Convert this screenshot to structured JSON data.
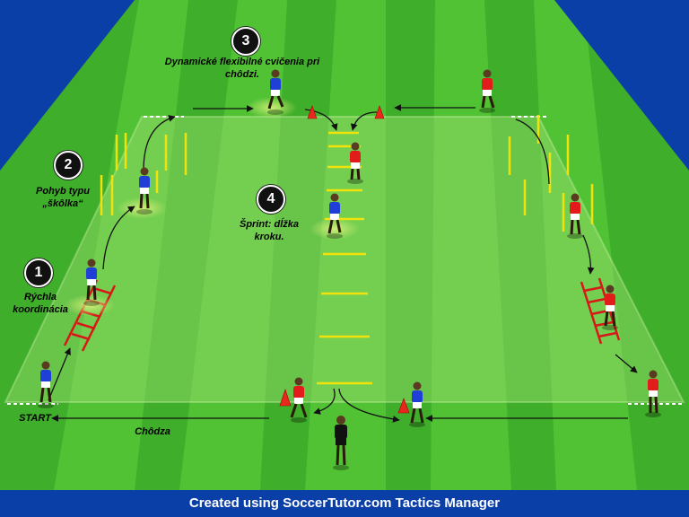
{
  "labels": {
    "step1_number": "1",
    "step1_text": "Rýchla koordinácia",
    "step2_number": "2",
    "step2_text": "Pohyb typu „škôlka“",
    "step3_number": "3",
    "step3_text": "Dynamické flexibilné cvičenia pri chôdzi.",
    "step4_number": "4",
    "step4_text": "Šprint: dĺžka kroku.",
    "start": "START",
    "walk": "Chôdza"
  },
  "footer": {
    "credit": "Created using SoccerTutor.com Tactics Manager"
  },
  "colors": {
    "team_blue": "#1f3fd6",
    "team_red": "#e21b1b",
    "referee": "#111111",
    "cone": "#e8281e",
    "pole": "#f2e20c",
    "ladder": "#d81818",
    "pitch_light": "#5fcf3a",
    "pitch_dark": "#3ea828",
    "border_blue": "#0a3fa8"
  },
  "icons": [
    "cone-icon",
    "pole-icon",
    "ladder-icon",
    "player-icon",
    "referee-icon"
  ]
}
